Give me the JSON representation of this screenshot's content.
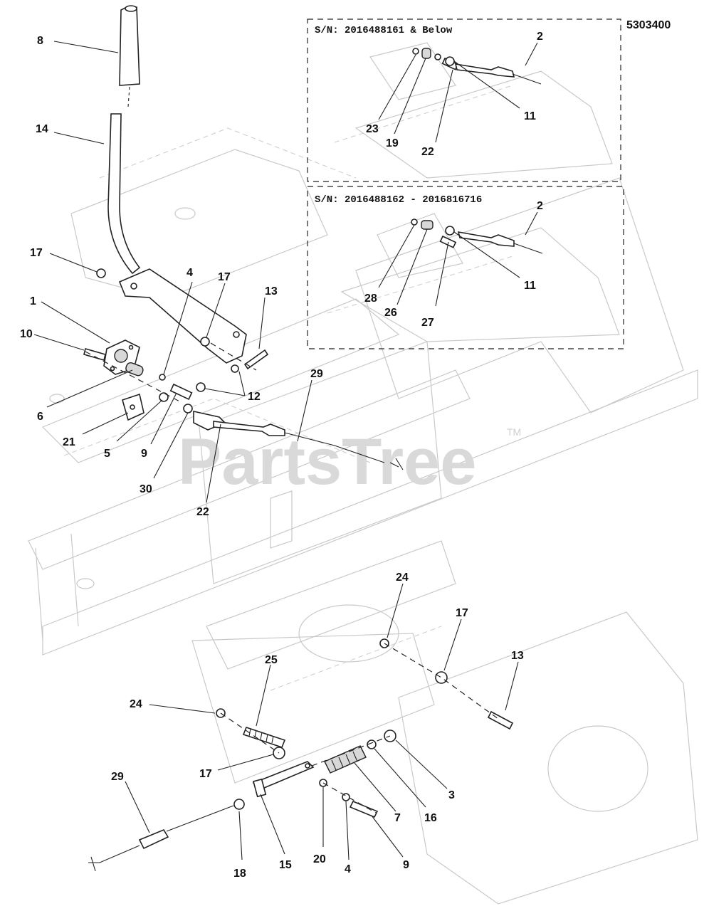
{
  "diagram_id": "5303400",
  "watermark": "PartsTree",
  "watermark_tm": "TM",
  "insets": [
    {
      "title": "S/N: 2016488161 & Below",
      "labels": [
        "2",
        "23",
        "19",
        "22",
        "11"
      ]
    },
    {
      "title": "S/N: 2016488162 - 2016816716",
      "labels": [
        "2",
        "28",
        "26",
        "27",
        "11"
      ]
    }
  ],
  "upper_callouts": [
    "8",
    "14",
    "17",
    "1",
    "10",
    "6",
    "21",
    "5",
    "9",
    "4",
    "17",
    "13",
    "12",
    "30",
    "22",
    "29"
  ],
  "lower_callouts": [
    "24",
    "17",
    "13",
    "25",
    "24",
    "17",
    "3",
    "16",
    "7",
    "29",
    "18",
    "15",
    "20",
    "4",
    "9"
  ]
}
